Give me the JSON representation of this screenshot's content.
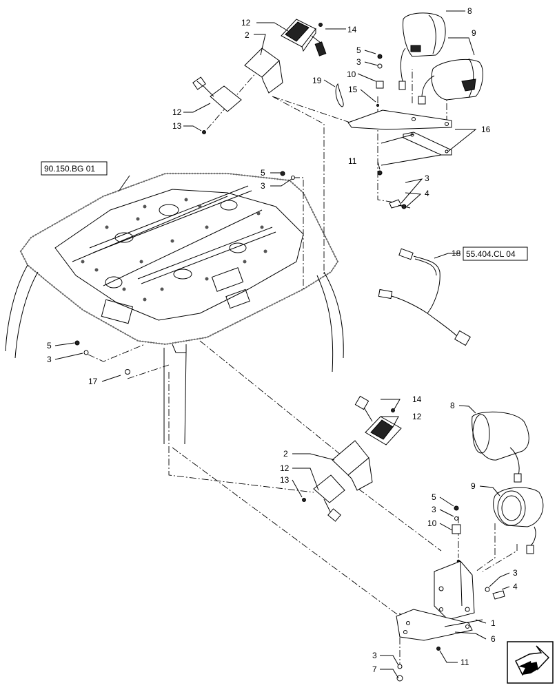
{
  "callouts": {
    "c1": "1",
    "c2a": "2",
    "c2b": "2",
    "c3a": "3",
    "c3b": "3",
    "c3c": "3",
    "c3d": "3",
    "c3e": "3",
    "c3f": "3",
    "c4a": "4",
    "c4b": "4",
    "c5a": "5",
    "c5b": "5",
    "c5c": "5",
    "c5d": "5",
    "c6": "6",
    "c7": "7",
    "c8a": "8",
    "c8b": "8",
    "c9a": "9",
    "c9b": "9",
    "c10a": "10",
    "c10b": "10",
    "c11a": "11",
    "c11b": "11",
    "c12a": "12",
    "c12b": "12",
    "c12c": "12",
    "c12d": "12",
    "c13a": "13",
    "c13b": "13",
    "c14a": "14",
    "c14b": "14",
    "c15": "15",
    "c16": "16",
    "c17": "17",
    "c18": "18",
    "c19": "19"
  },
  "references": {
    "roof": "90.150.BG 01",
    "harness": "55.404.CL 04"
  },
  "icons": {
    "nav": "next-page-arrow-icon"
  }
}
